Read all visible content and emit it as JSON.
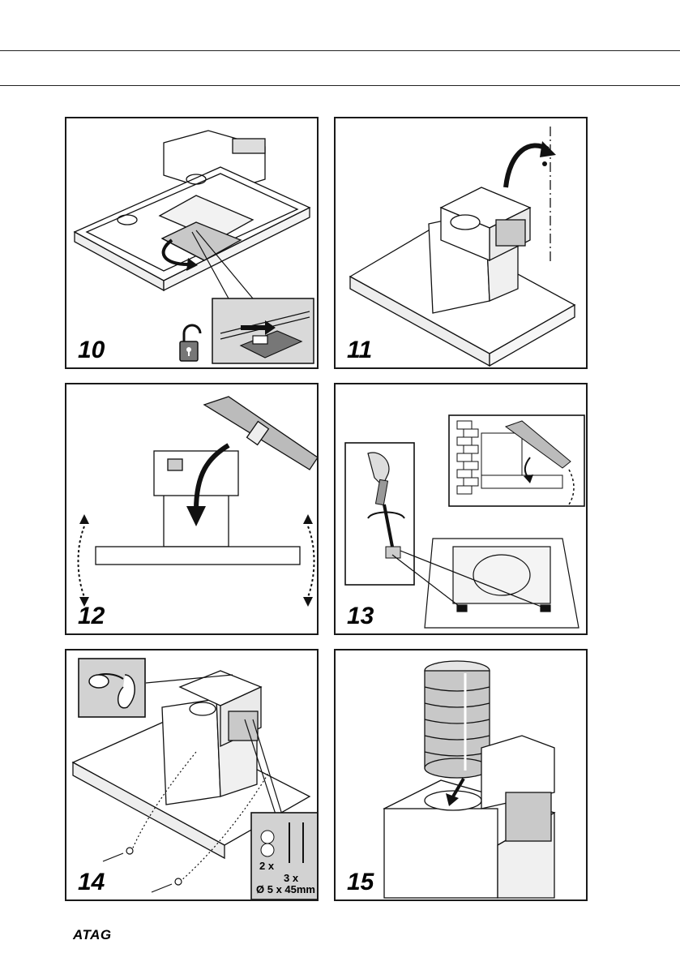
{
  "figures": [
    {
      "number": "10"
    },
    {
      "number": "11"
    },
    {
      "number": "12"
    },
    {
      "number": "13"
    },
    {
      "number": "14",
      "washers_qty": "2 x",
      "screws_qty": "3 x",
      "screw_size": "Ø 5 x 45mm"
    },
    {
      "number": "15"
    }
  ],
  "footer": {
    "brand": "ATAG"
  },
  "icons": [
    "unlock-padlock-icon",
    "rotate-arrow-icon",
    "screwdriver-icon"
  ]
}
